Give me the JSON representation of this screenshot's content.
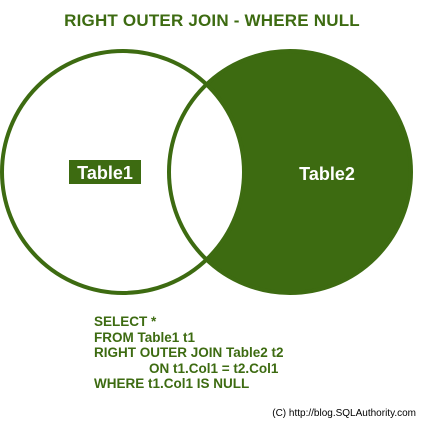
{
  "title": "RIGHT OUTER JOIN - WHERE NULL",
  "colors": {
    "accent": "#3d6b11",
    "fill": "#3d6b11",
    "background": "#ffffff",
    "label_text": "#ffffff"
  },
  "diagram": {
    "left_circle": {
      "label": "Table1",
      "filled": false
    },
    "right_circle": {
      "label": "Table2",
      "filled": true
    },
    "intersection_filled": false
  },
  "sql_lines": [
    "SELECT *",
    "FROM Table1 t1",
    "RIGHT OUTER JOIN Table2 t2",
    "ON t1.Col1 = t2.Col1",
    "WHERE t1.Col1 IS NULL"
  ],
  "copyright": "(C) http://blog.SQLAuthority.com"
}
